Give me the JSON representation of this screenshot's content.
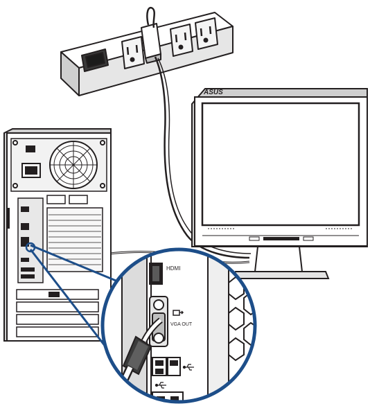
{
  "monitor": {
    "brand_logo": "ASUS"
  },
  "zoom_callout": {
    "labels": {
      "hdmi": "HDMI",
      "vga_out": "VGA OUT"
    },
    "icons": [
      "vga-port-icon",
      "usb-icon",
      "usb-icon"
    ]
  },
  "colors": {
    "outline": "#231f20",
    "callout_ring": "#1d4e89",
    "panel_gray": "#d9d9d9",
    "dark_gray": "#4a4a4a"
  }
}
